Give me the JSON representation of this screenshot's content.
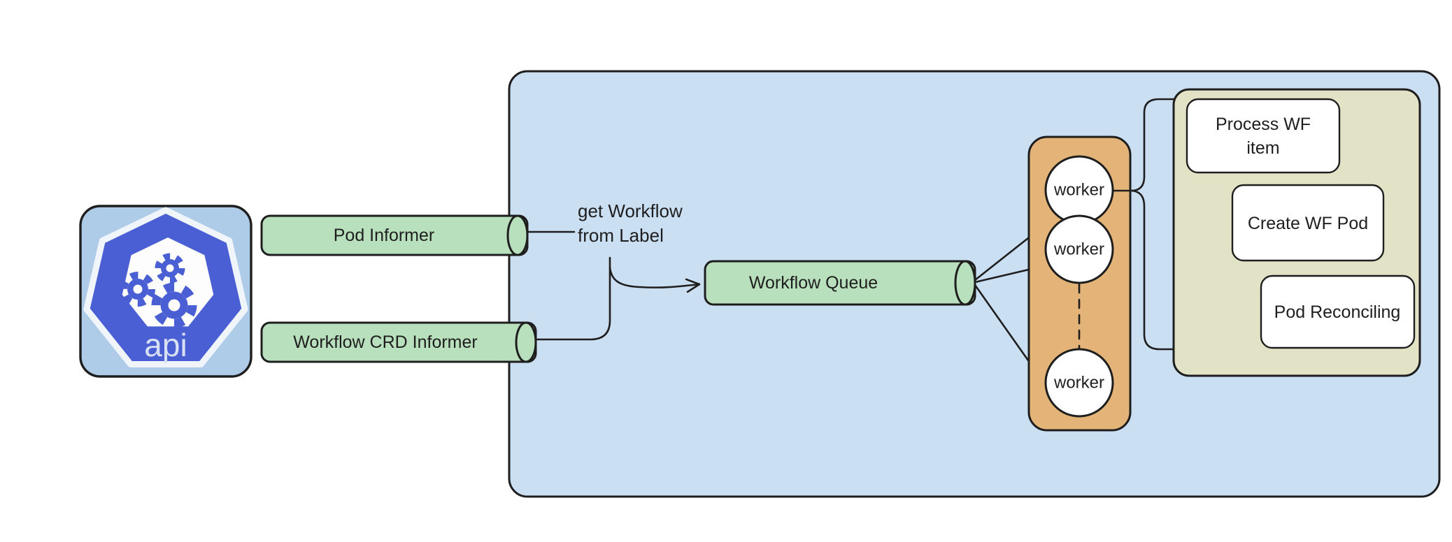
{
  "colors": {
    "canvas_bg": "#ffffff",
    "container_fill": "#cbdff2",
    "cylinder_fill": "#b9e0bd",
    "pool_fill": "#e3b377",
    "tasks_fill": "#e2e2c6",
    "node_fill": "#ffffff",
    "stroke": "#1e1e1e",
    "icon_bg": "#aecbe8",
    "icon_blue": "#4a5fd4",
    "icon_white": "#fdfdfe",
    "icon_label_color": "#d8e1f3"
  },
  "api_icon": {
    "label": "api"
  },
  "informers": {
    "pod_label": "Pod Informer",
    "crd_label": "Workflow CRD Informer"
  },
  "edge_note": {
    "line1": "get Workflow",
    "line2": "from Label"
  },
  "queue": {
    "label": "Workflow Queue"
  },
  "worker_pool": {
    "workers": [
      "worker",
      "worker",
      "worker"
    ]
  },
  "handlers": {
    "process_line1": "Process WF",
    "process_line2": "item",
    "create": "Create WF Pod",
    "reconcile": "Pod Reconciling"
  }
}
